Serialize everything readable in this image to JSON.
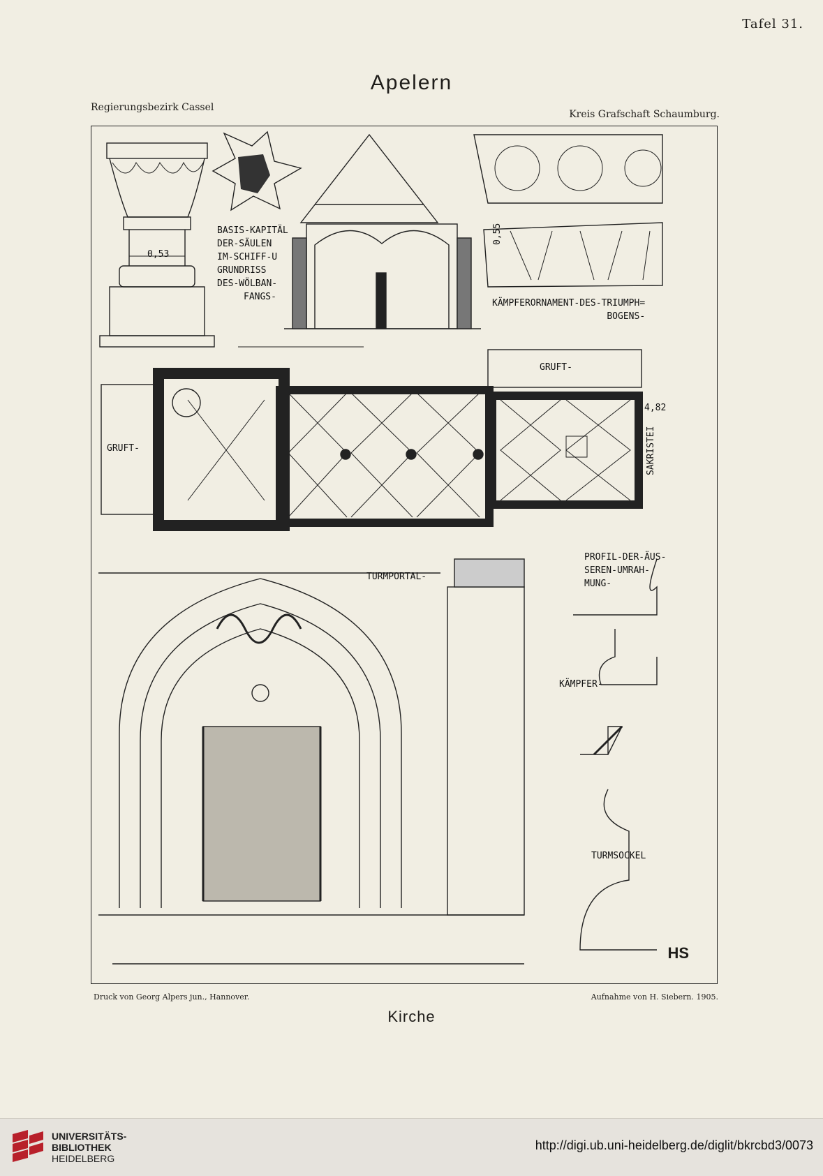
{
  "plate": {
    "number": "Tafel 31.",
    "title": "Apelern",
    "region_left": "Regierungsbezirk Cassel",
    "region_right": "Kreis Grafschaft Schaumburg.",
    "printer": "Druck von Georg Alpers jun., Hannover.",
    "credit": "Aufnahme von H. Siebern. 1905.",
    "subject": "Kirche",
    "monogram": "HS"
  },
  "drawing_labels": {
    "basis_kapital": [
      "BASIS-KAPITÄL",
      "DER-SÄULEN",
      "IM-SCHIFF-U",
      "GRUNDRISS",
      "DES-WÖLBAN-",
      "FANGS-"
    ],
    "dimension_053": "0,53",
    "kaempferornament": [
      "KÄMPFERORNAMENT-DES-TRIUMPH=",
      "BOGENS-"
    ],
    "dimension_055": "0,55",
    "gruft_left": "GRUFT-",
    "gruft_right": "GRUFT-",
    "dimension_482": "4,82",
    "sakristei": "SAKRISTEI",
    "turmportal": "TURMPORTAL-",
    "profil": [
      "PROFIL-DER-ÄUS-",
      "SEREN-UMRAH-",
      "MUNG-"
    ],
    "kaempfer": "KÄMPFER-",
    "turmsockel": "TURMSOCKEL"
  },
  "footer": {
    "library_line1": "UNIVERSITÄTS-",
    "library_line2": "BIBLIOTHEK",
    "library_line3": "HEIDELBERG",
    "url": "http://digi.ub.uni-heidelberg.de/diglit/bkrcbd3/0073"
  },
  "colors": {
    "paper": "#f1eee3",
    "ink": "#1f1d1a",
    "footer_bg": "#e6e3dd",
    "logo_red": "#b8202a"
  }
}
